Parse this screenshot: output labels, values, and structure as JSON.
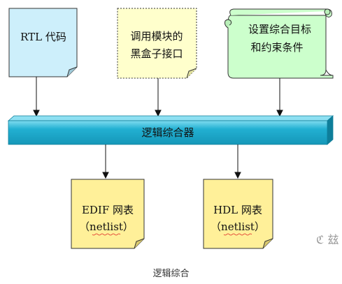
{
  "diagram": {
    "inputs": {
      "rtl": {
        "lines": [
          "RTL 代码"
        ]
      },
      "blackbox": {
        "lines": [
          "调用模块的",
          "黑盒子接口"
        ]
      },
      "constraints": {
        "lines": [
          "设置综合目标",
          "和约束条件"
        ]
      }
    },
    "synthesizer": {
      "label": "逻辑综合器"
    },
    "outputs": {
      "edif": {
        "lines": [
          "EDIF 网表",
          "（netlist）"
        ]
      },
      "hdl": {
        "lines": [
          "HDL 网表",
          "（netlist）"
        ]
      }
    }
  },
  "caption": "逻辑综合",
  "watermark": "ℭ 玆",
  "colors": {
    "rtl_fill": "#CDEFFB",
    "blackbox_fill": "#FFFFCC",
    "constraints_fill": "#CCFFCC",
    "output_fill": "#FFF099",
    "bar_top": "#6DD3EC",
    "bar_main": "#1CA9CC",
    "bar_shadow": "#0E7E9A",
    "stroke": "#333333"
  }
}
